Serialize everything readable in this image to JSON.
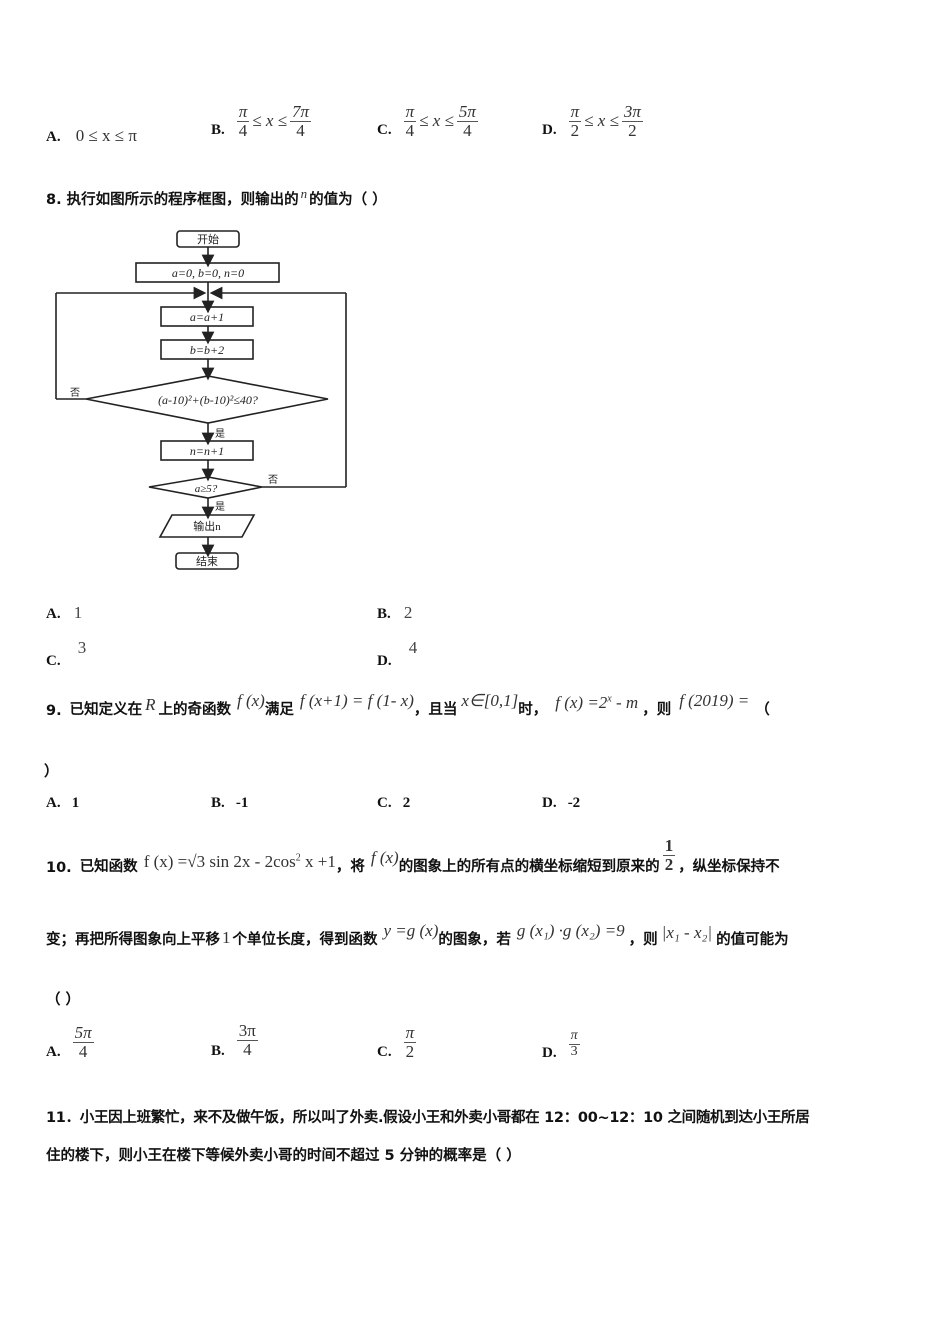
{
  "q7_options": {
    "A": {
      "label": "A.",
      "value": "0 ≤ x ≤ π"
    },
    "B": {
      "label": "B.",
      "left_num": "π",
      "left_den": "4",
      "mid": "≤ x ≤",
      "right_num": "7π",
      "right_den": "4"
    },
    "C": {
      "label": "C.",
      "left_num": "π",
      "left_den": "4",
      "mid": "≤ x ≤",
      "right_num": "5π",
      "right_den": "4"
    },
    "D": {
      "label": "D.",
      "left_num": "π",
      "left_den": "2",
      "mid": "≤ x ≤",
      "right_num": "3π",
      "right_den": "2"
    }
  },
  "q8": {
    "number": "8.",
    "text_before": "执行如图所示的程序框图，则输出的",
    "var": "n",
    "text_after": "的值为（    ）",
    "flowchart": {
      "start": "开始",
      "init": "a=0, b=0, n=0",
      "step1": "a=a+1",
      "step2": "b=b+2",
      "cond1": "(a-10)²+(b-10)²≤40?",
      "step3": "n=n+1",
      "cond2": "a≥5?",
      "output": "输出n",
      "end": "结束",
      "yes": "是",
      "no": "否"
    },
    "options": {
      "A": {
        "label": "A.",
        "value": "1"
      },
      "B": {
        "label": "B.",
        "value": "2"
      },
      "C": {
        "label": "C.",
        "value": "3"
      },
      "D": {
        "label": "D.",
        "value": "4"
      }
    }
  },
  "q9": {
    "number": "9.",
    "t1": "已知定义在",
    "R": "R",
    "t2": "上的奇函数",
    "fx": "f (x)",
    "t3": "满足",
    "eq1": "f (x+1) = f (1- x)",
    "t4": "，且当",
    "dom": "x∈[0,1]",
    "t5": "时，",
    "eq2_base": "f (x) =2",
    "eq2_exp": "x",
    "eq2_tail": " - m",
    "t6": "，则",
    "eq3": "f (2019) =",
    "paren_open": "（",
    "paren_close": "）",
    "options": {
      "A": {
        "label": "A.",
        "value": "1"
      },
      "B": {
        "label": "B.",
        "value": "-1"
      },
      "C": {
        "label": "C.",
        "value": "2"
      },
      "D": {
        "label": "D.",
        "value": "-2"
      }
    }
  },
  "q10": {
    "number": "10.",
    "t1": "已知函数",
    "eq1_a": "f (x) =√3 sin 2x - 2cos",
    "eq1_exp": "2",
    "eq1_b": " x +1",
    "t2": "，将",
    "fx": "f (x)",
    "t3": "的图象上的所有点的横坐标缩短到原来的",
    "half_num": "1",
    "half_den": "2",
    "t4": "，纵坐标保持不",
    "line2_t1": "变；再把所得图象向上平移",
    "line2_one": "1",
    "line2_t2": "个单位长度，得到函数",
    "gx": "y =g (x)",
    "line2_t3": "的图象，若",
    "prod": "g (x₁) ·g (x₂) =9",
    "line2_t4": "，则",
    "absdiff": "|x₁ - x₂|",
    "line2_t5": "的值可能为",
    "paren": "（    ）",
    "options": {
      "A": {
        "label": "A.",
        "num": "5π",
        "den": "4"
      },
      "B": {
        "label": "B.",
        "num": "3π",
        "den": "4"
      },
      "C": {
        "label": "C.",
        "num": "π",
        "den": "2"
      },
      "D": {
        "label": "D.",
        "num": "π",
        "den": "3"
      }
    }
  },
  "q11": {
    "line1": "11．小王因上班繁忙，来不及做午饭，所以叫了外卖.假设小王和外卖小哥都在 12：00~12：10 之间随机到达小王所居",
    "line2": "住的楼下，则小王在楼下等候外卖小哥的时间不超过 5 分钟的概率是（    ）"
  }
}
